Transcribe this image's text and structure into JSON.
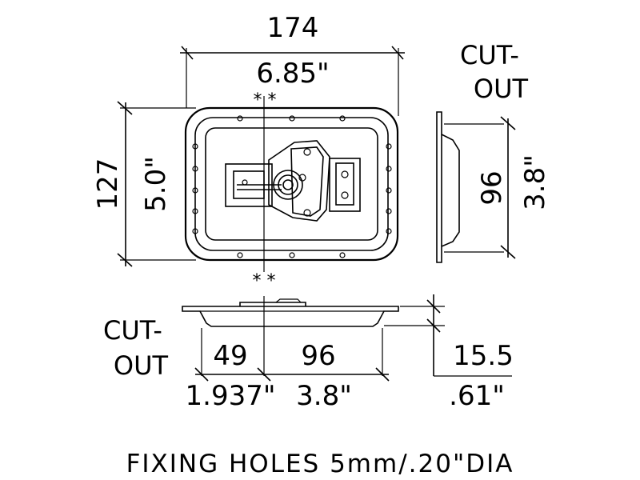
{
  "dimensions": {
    "width_mm": "174",
    "width_in": "6.85\"",
    "height_mm": "127",
    "height_in": "5.0\"",
    "cutout_height_mm": "96",
    "cutout_height_in": "3.8\"",
    "offset_mm": "49",
    "offset_in": "1.937\"",
    "cutout_width_mm": "96",
    "cutout_width_in": "3.8\"",
    "depth_mm": "15.5",
    "depth_in": ".61\""
  },
  "labels": {
    "cutout_right_line1": "CUT-",
    "cutout_right_line2": "OUT",
    "cutout_left_line1": "CUT-",
    "cutout_left_line2": "OUT",
    "star_mark": "* *"
  },
  "footer": {
    "fixing_holes": "FIXING HOLES 5mm/.20\"DIA"
  }
}
